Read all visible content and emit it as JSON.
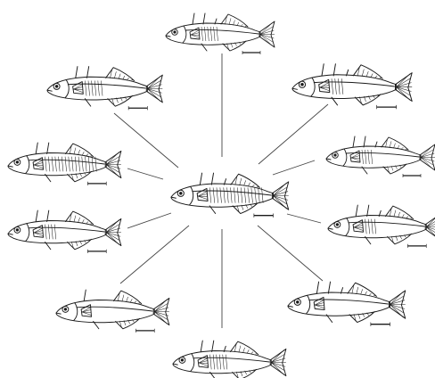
{
  "diagram": {
    "layout": "radial",
    "center_node": "fish-center",
    "line_color": "#444444",
    "ink_color": "#1a1a1a",
    "background": "#ffffff",
    "nodes": [
      {
        "id": "fish-center",
        "spines": 3,
        "plates": "full",
        "scale_bar": 1
      },
      {
        "id": "fish-top",
        "spines": 3,
        "plates": "partial",
        "scale_bar": 1
      },
      {
        "id": "fish-upper-right",
        "spines": 3,
        "plates": "low",
        "scale_bar": 1
      },
      {
        "id": "fish-right",
        "spines": 3,
        "plates": "low",
        "scale_bar": 1
      },
      {
        "id": "fish-lower-right",
        "spines": 3,
        "plates": "low",
        "scale_bar": 1
      },
      {
        "id": "fish-bottom-right",
        "spines": 3,
        "plates": "none",
        "scale_bar": 1
      },
      {
        "id": "fish-bottom",
        "spines": 3,
        "plates": "partial",
        "scale_bar": 1
      },
      {
        "id": "fish-bottom-left",
        "spines": 1,
        "plates": "none",
        "scale_bar": 1
      },
      {
        "id": "fish-lower-left",
        "spines": 2,
        "plates": "low",
        "scale_bar": 1
      },
      {
        "id": "fish-left",
        "spines": 2,
        "plates": "full",
        "scale_bar": 1
      },
      {
        "id": "fish-upper-left",
        "spines": 2,
        "plates": "partial",
        "scale_bar": 1
      }
    ],
    "edges": [
      [
        "fish-center",
        "fish-top"
      ],
      [
        "fish-center",
        "fish-upper-right"
      ],
      [
        "fish-center",
        "fish-right"
      ],
      [
        "fish-center",
        "fish-lower-right"
      ],
      [
        "fish-center",
        "fish-bottom-right"
      ],
      [
        "fish-center",
        "fish-bottom"
      ],
      [
        "fish-center",
        "fish-bottom-left"
      ],
      [
        "fish-center",
        "fish-lower-left"
      ],
      [
        "fish-center",
        "fish-left"
      ],
      [
        "fish-center",
        "fish-upper-left"
      ]
    ]
  }
}
